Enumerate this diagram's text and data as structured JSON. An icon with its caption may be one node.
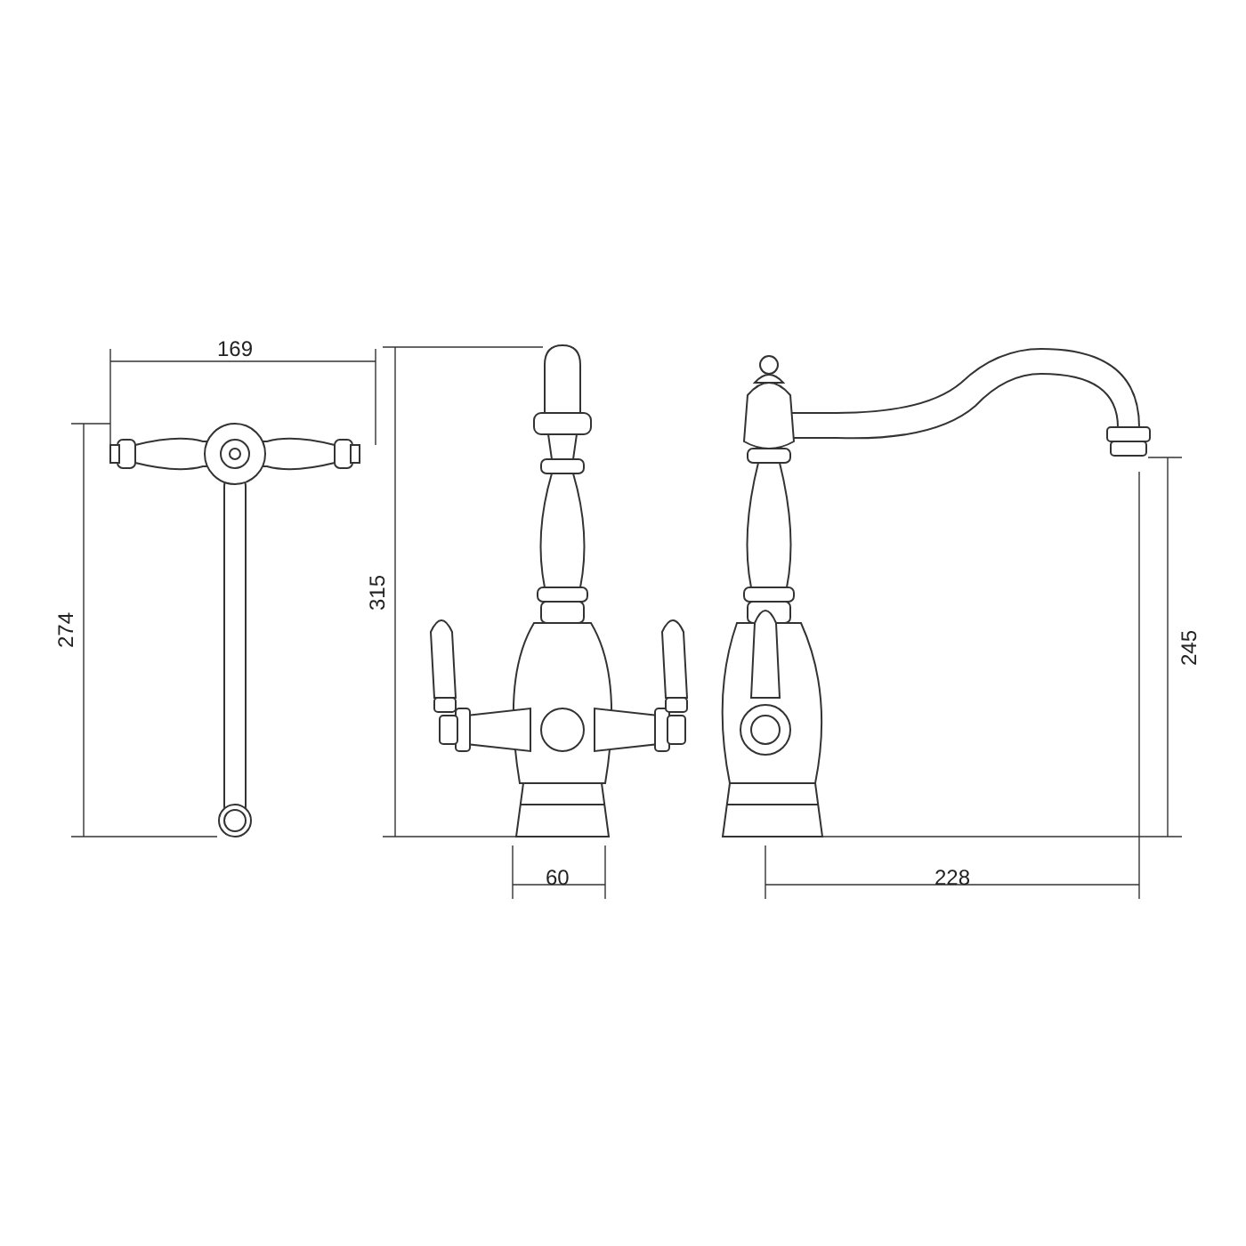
{
  "diagram": {
    "labels": [
      "169",
      "274",
      "315",
      "60",
      "228",
      "245"
    ]
  }
}
